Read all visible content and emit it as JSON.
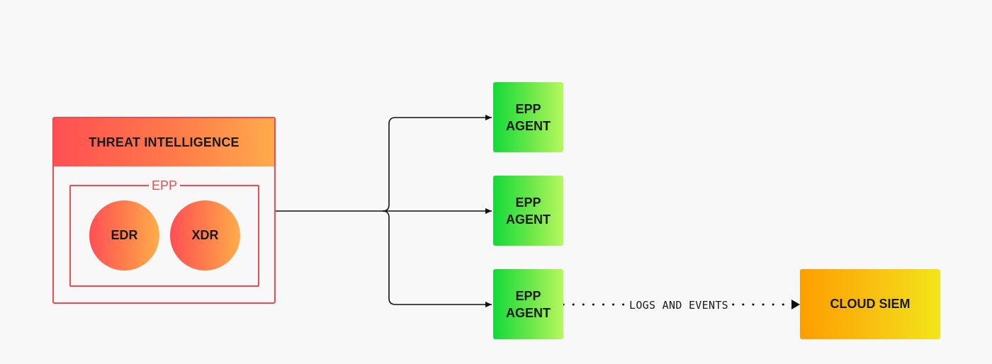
{
  "threat_intelligence": {
    "title": "THREAT INTELLIGENCE",
    "epp": {
      "label": "EPP",
      "modules": [
        "EDR",
        "XDR"
      ]
    }
  },
  "agents": [
    {
      "line1": "EPP",
      "line2": "AGENT"
    },
    {
      "line1": "EPP",
      "line2": "AGENT"
    },
    {
      "line1": "EPP",
      "line2": "AGENT"
    }
  ],
  "flow": {
    "label": "LOGS AND EVENTS"
  },
  "siem": {
    "label": "CLOUD SIEM"
  },
  "colors": {
    "threat_gradient": [
      "#ff4f52",
      "#ffab4a"
    ],
    "threat_border": "#ee4c50",
    "agent_gradient": [
      "#14d93a",
      "#b6f85e"
    ],
    "siem_gradient": [
      "#ff9e00",
      "#f2e61a"
    ],
    "background": "#f8f8f8"
  }
}
